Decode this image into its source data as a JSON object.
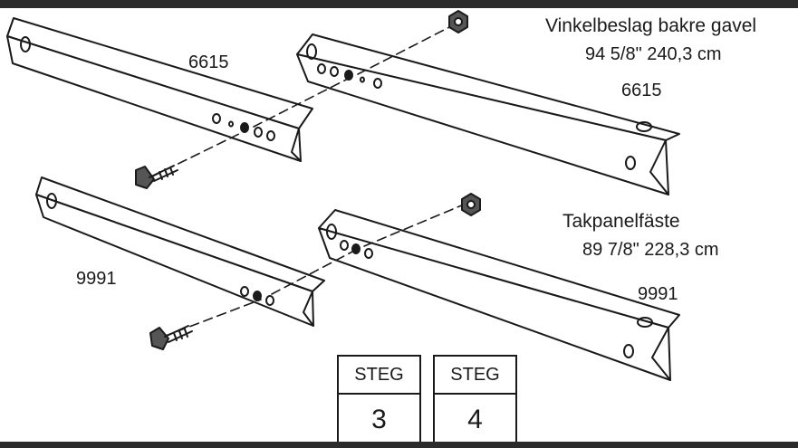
{
  "labels": {
    "vinkel_title": "Vinkelbeslag bakre gavel",
    "vinkel_size": "94 5/8\"   240,3 cm",
    "part_6615_left": "6615",
    "part_6615_right": "6615",
    "tak_title": "Takpanelfäste",
    "tak_size": "89 7/8\"   228,3 cm",
    "part_9991_left": "9991",
    "part_9991_right": "9991"
  },
  "steps": [
    {
      "head": "STEG",
      "num": "3"
    },
    {
      "head": "STEG",
      "num": "4"
    }
  ],
  "icons": [
    "bolt-icon",
    "nut-icon"
  ]
}
